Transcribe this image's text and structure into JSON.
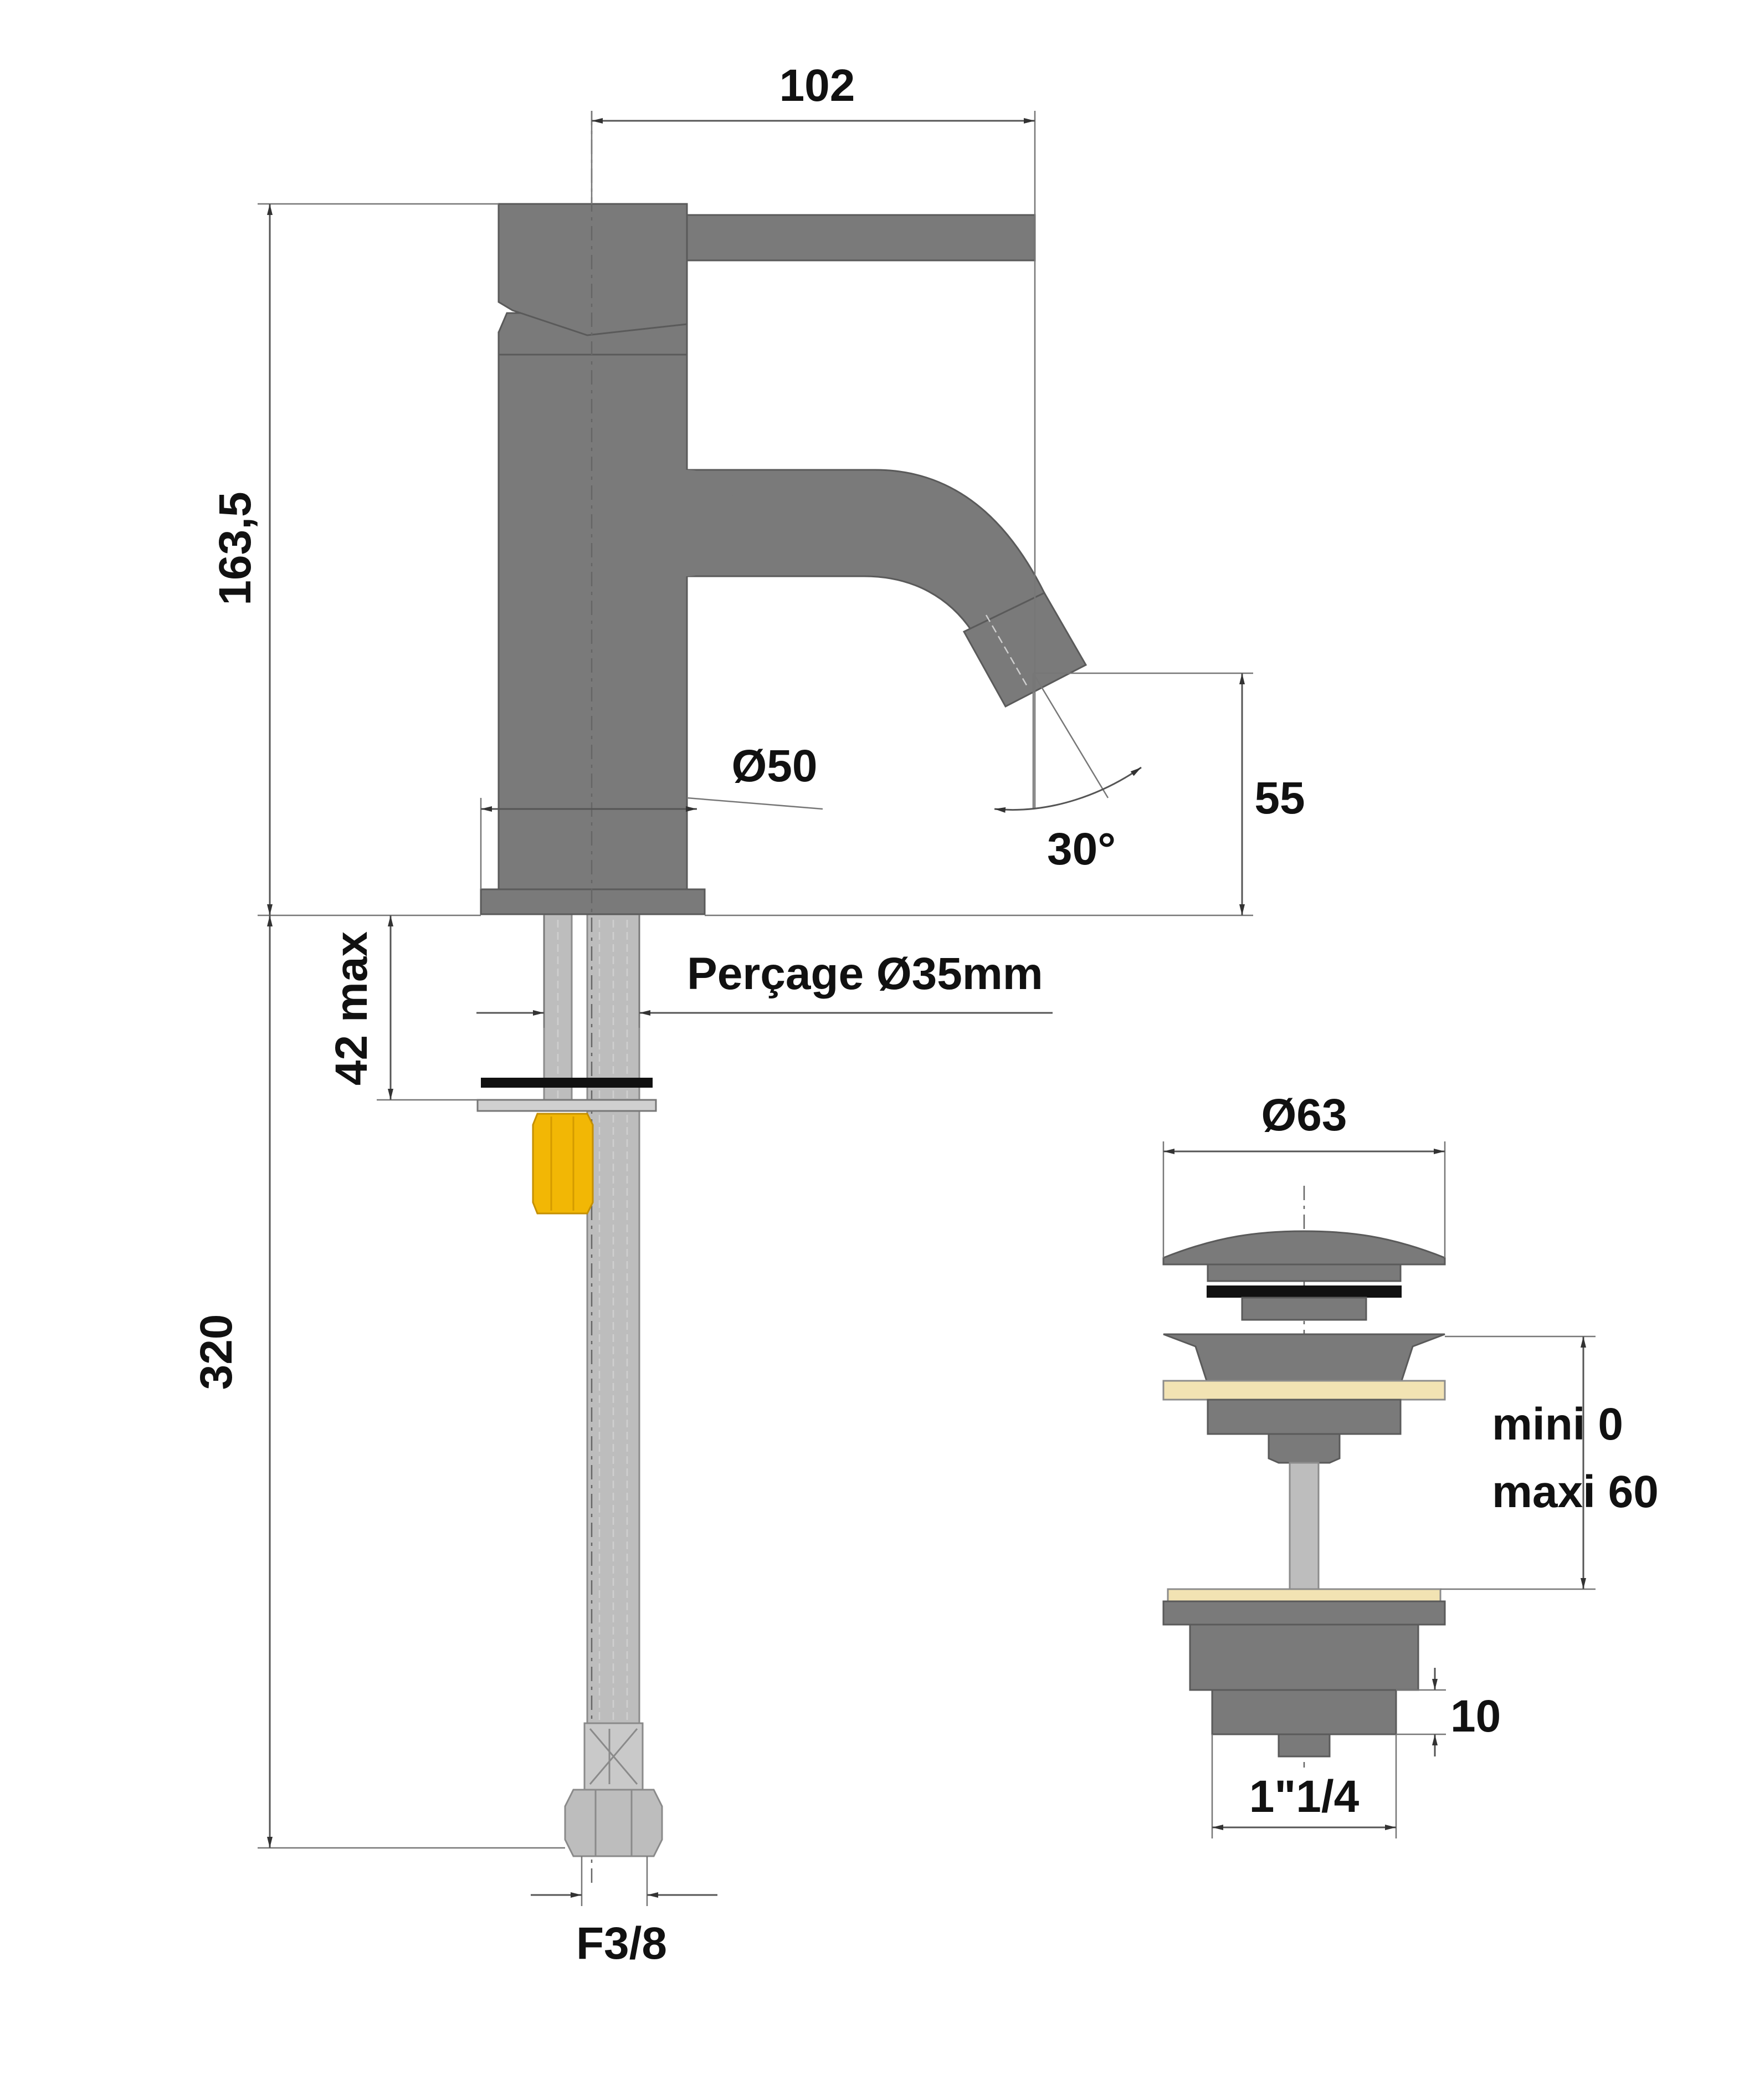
{
  "faucet": {
    "dimensions": {
      "spout_reach": "102",
      "body_height": "163,5",
      "body_diameter": "Ø50",
      "spout_clearance": "55",
      "spout_angle": "30°",
      "drilling": "Perçage Ø35mm",
      "max_thickness": "42 max",
      "hose_length": "320",
      "hose_connection": "F3/8"
    }
  },
  "drain": {
    "dimensions": {
      "cap_diameter": "Ø63",
      "thickness_min": "mini 0",
      "thickness_max": "maxi 60",
      "thread_height": "10",
      "thread_size": "1\"1/4"
    }
  },
  "colors": {
    "body": "#7a7a7a",
    "hose": "#bdbdbd",
    "fixing_nut": "#f2b705",
    "washer": "#f2e3b3"
  }
}
